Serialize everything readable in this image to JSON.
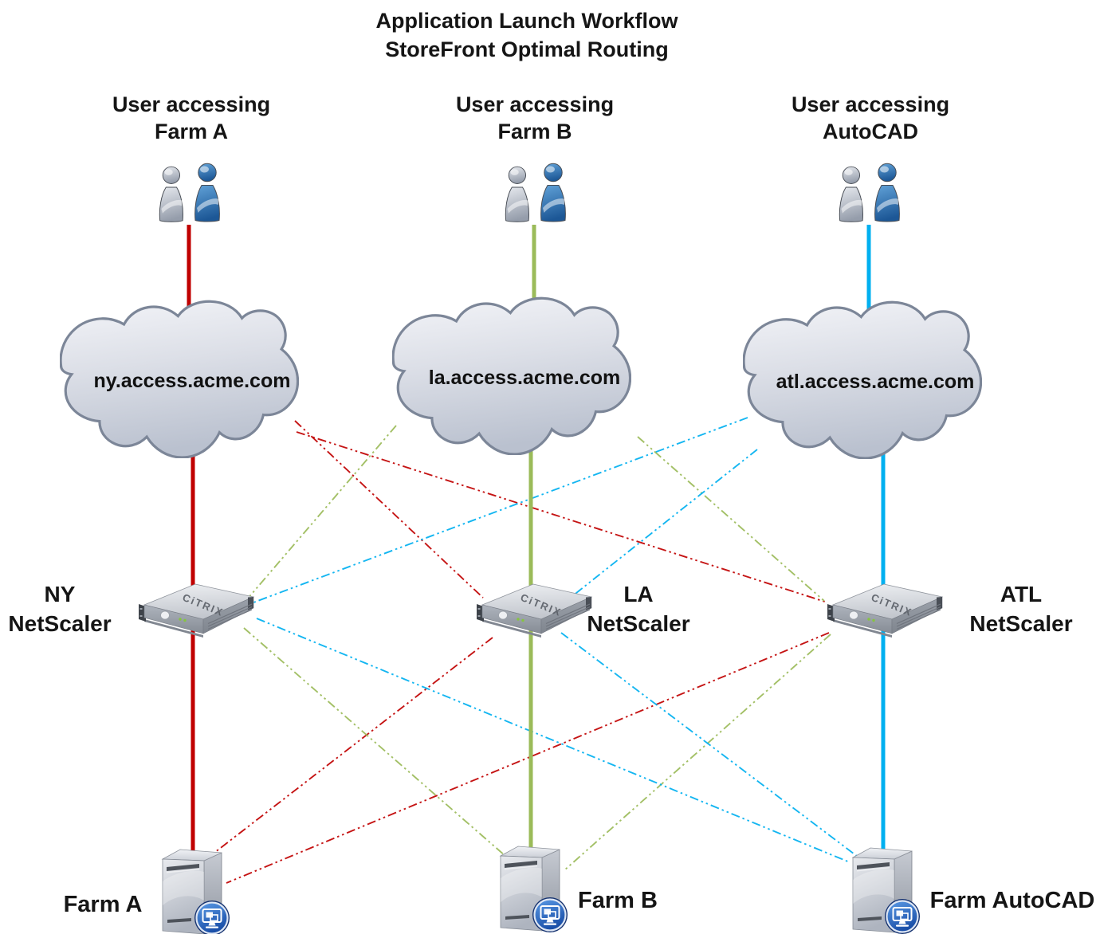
{
  "title": {
    "line1": "Application Launch Workflow",
    "line2": "StoreFront Optimal Routing"
  },
  "brand_label": "CiTRIX",
  "colors": {
    "farm_a_route": "#C00000",
    "farm_b_route": "#9BBB59",
    "autocad_route": "#00B0F0"
  },
  "columns": [
    {
      "user_line1": "User accessing",
      "user_line2": "Farm A",
      "cloud_domain": "ny.access.acme.com",
      "gateway_line1": "NY",
      "gateway_line2": "NetScaler",
      "farm_label": "Farm A"
    },
    {
      "user_line1": "User accessing",
      "user_line2": "Farm B",
      "cloud_domain": "la.access.acme.com",
      "gateway_line1": "LA",
      "gateway_line2": "NetScaler",
      "farm_label": "Farm B"
    },
    {
      "user_line1": "User accessing",
      "user_line2": "AutoCAD",
      "cloud_domain": "atl.access.acme.com",
      "gateway_line1": "ATL",
      "gateway_line2": "NetScaler",
      "farm_label": "Farm AutoCAD"
    }
  ]
}
